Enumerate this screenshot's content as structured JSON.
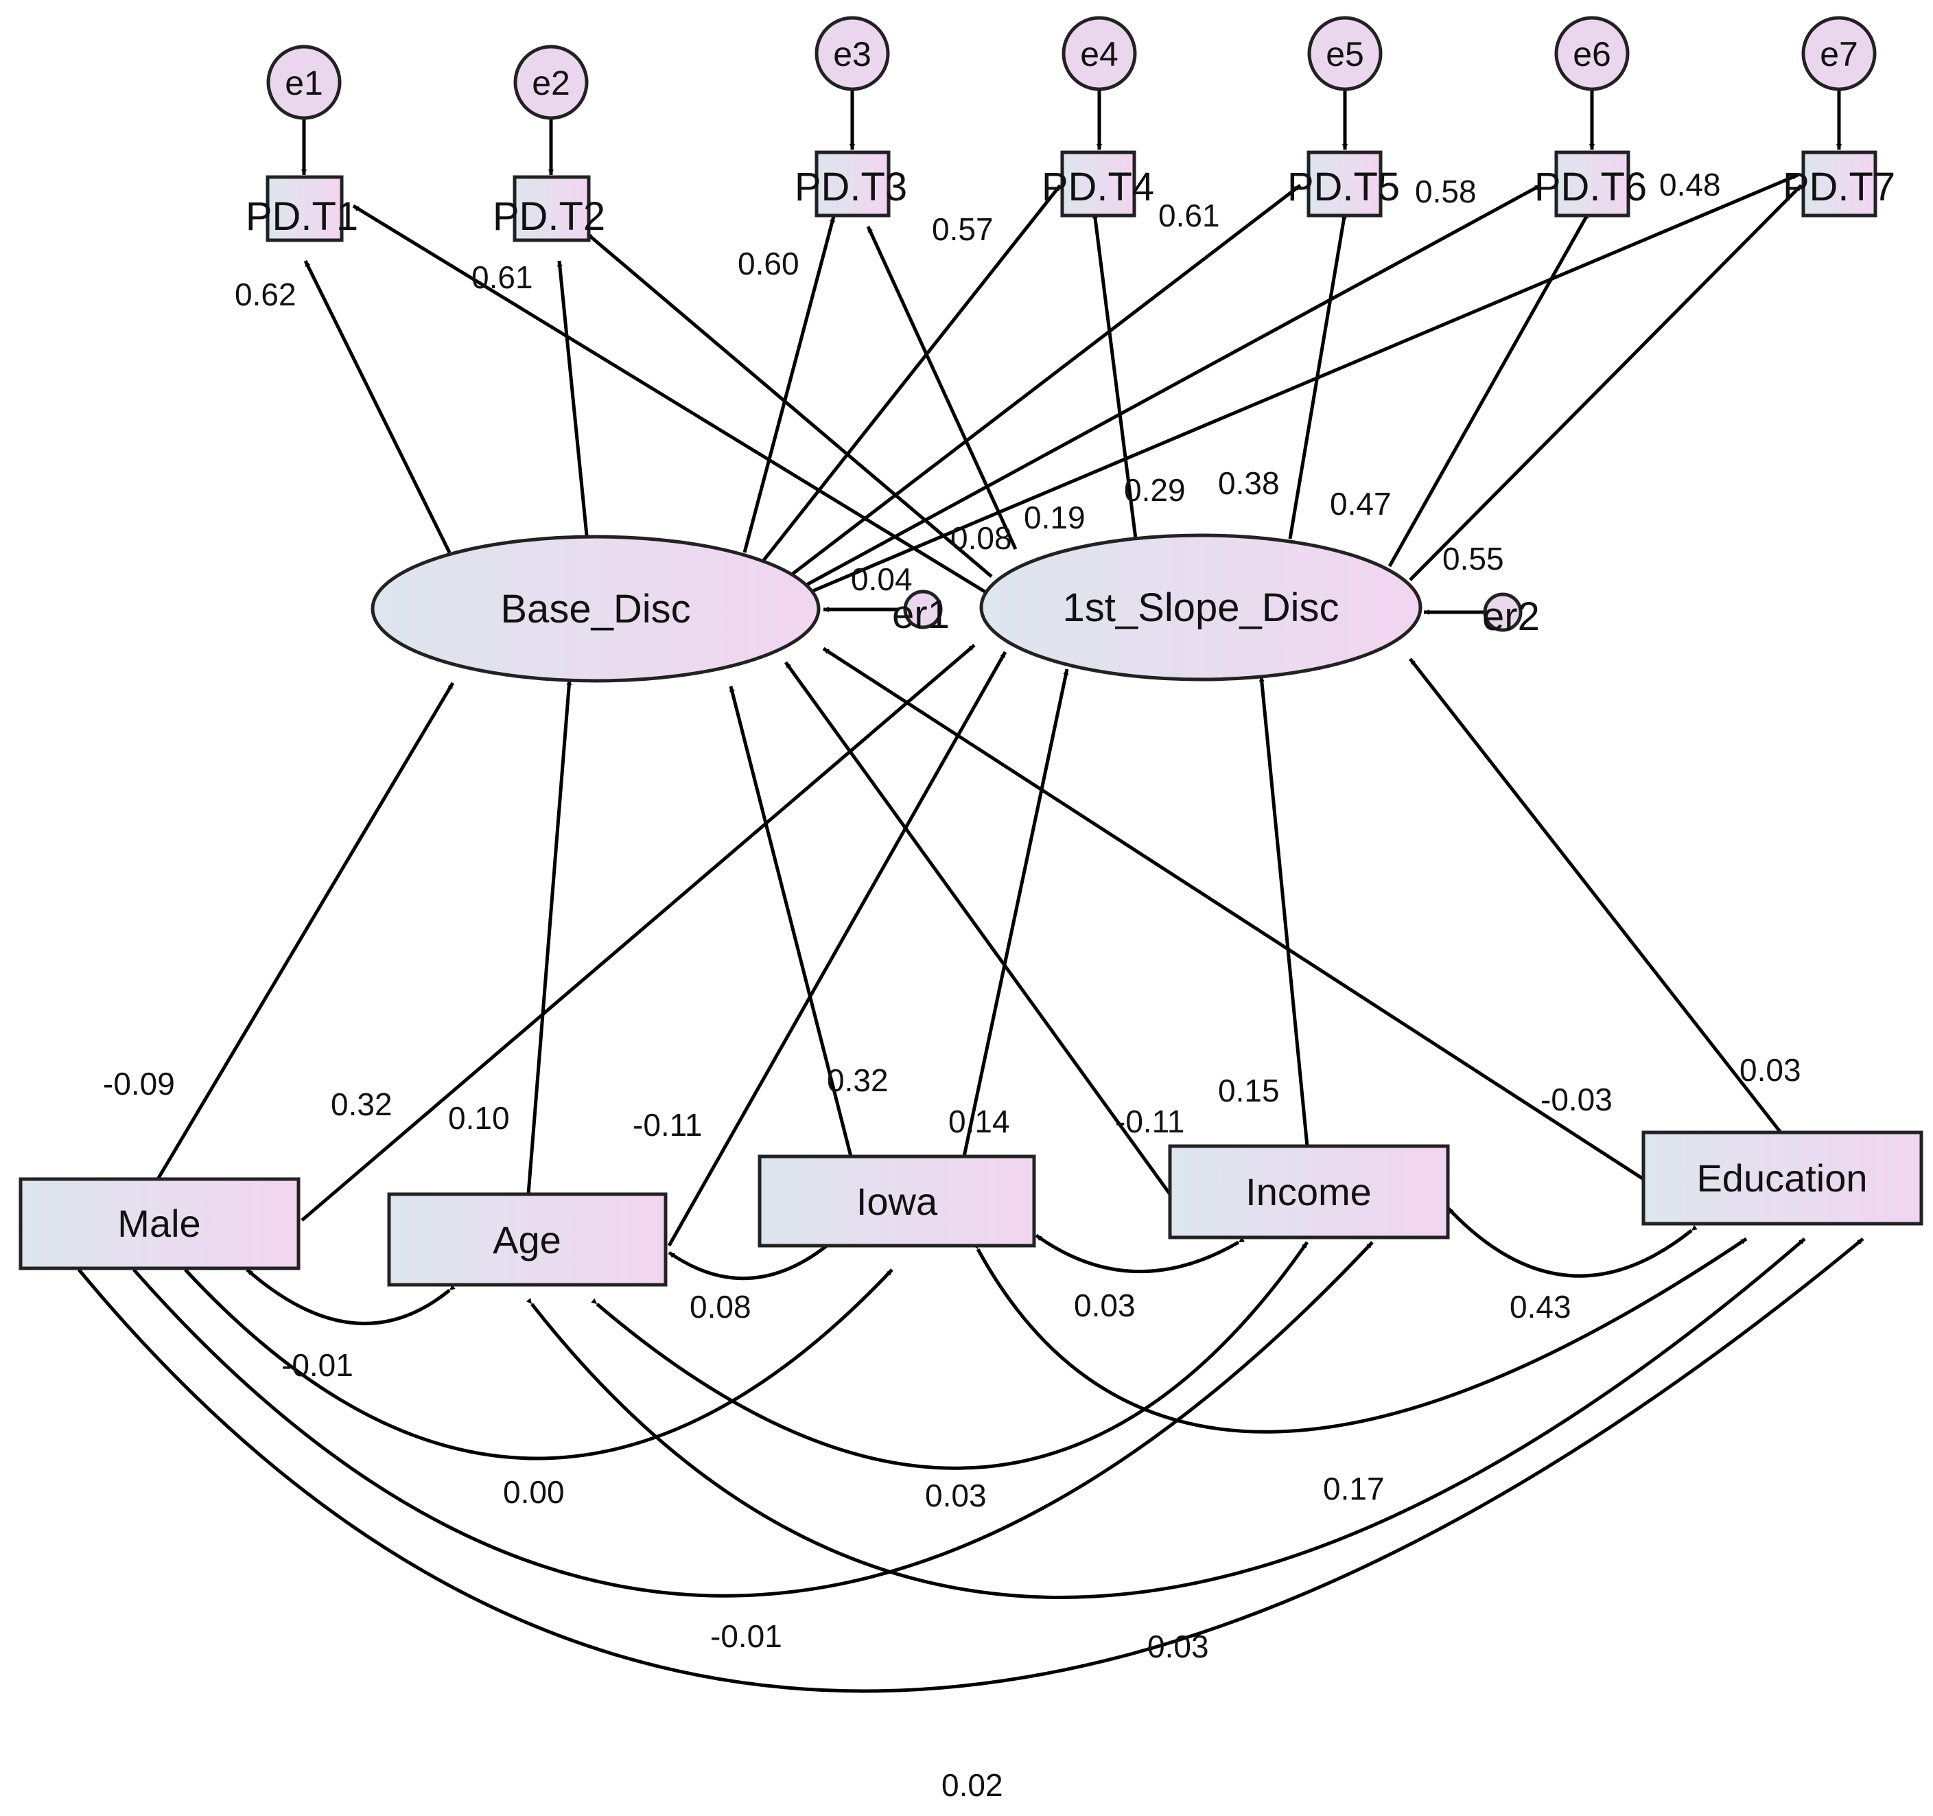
{
  "error_terms": [
    "e1",
    "e2",
    "e3",
    "e4",
    "e5",
    "e6",
    "e7"
  ],
  "indicators": [
    "PD.T1",
    "PD.T2",
    "PD.T3",
    "PD.T4",
    "PD.T5",
    "PD.T6",
    "PD.T7"
  ],
  "latents": {
    "base": {
      "label": "Base_Disc",
      "residual": "er1"
    },
    "slope": {
      "label": "1st_Slope_Disc",
      "residual": "er2"
    }
  },
  "observed": [
    "Male",
    "Age",
    "Iowa",
    "Income",
    "Education"
  ],
  "loadings_base": [
    "0.62",
    "0.61",
    "0.60",
    "0.57",
    "0.61",
    "0.58",
    "0.48"
  ],
  "loadings_slope": [
    "0.08",
    "0.04",
    "0.19",
    "0.29",
    "0.38",
    "0.47",
    "0.55"
  ],
  "paths": {
    "male_base": "-0.09",
    "male_slope": "0.32",
    "age_base": "0.10",
    "age_slope": "-0.11",
    "iowa_base": "0.32",
    "iowa_slope": "0.14",
    "income_base": "-0.11",
    "income_slope": "0.15",
    "education_base": "-0.03",
    "education_slope": "0.03"
  },
  "covariances": {
    "male_age": "-0.01",
    "age_iowa": "0.08",
    "iowa_income": "0.03",
    "income_education": "0.43",
    "male_iowa": "0.00",
    "age_income": "0.03",
    "iowa_education": "0.17",
    "male_income": "-0.01",
    "age_education": "0.03",
    "male_education": "0.02"
  },
  "colors": {
    "node_start": "#dde6ee",
    "node_end": "#f2d5f0",
    "error_fill": "#ead7ee"
  }
}
